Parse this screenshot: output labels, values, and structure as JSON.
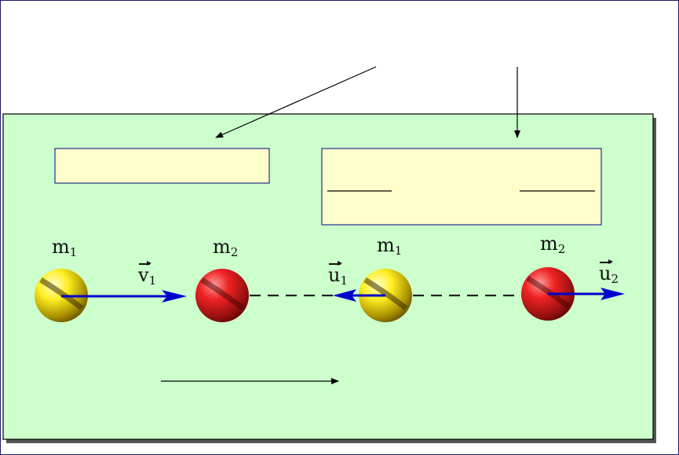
{
  "colors": {
    "panel_fill": "#ccffcc",
    "box_fill": "#ffffcc",
    "box_stroke": "#000080",
    "arrow_blue": "#0000cc",
    "ball_yellow": "#ffee22",
    "ball_red": "#ee2222"
  },
  "labels": {
    "m1_left": "m",
    "m1_left_sub": "1",
    "m2_left": "m",
    "m2_left_sub": "2",
    "m1_right": "m",
    "m1_right_sub": "1",
    "m2_right": "m",
    "m2_right_sub": "2",
    "v1": "v",
    "v1_sub": "1",
    "u1": "u",
    "u1_sub": "1",
    "u2": "u",
    "u2_sub": "2"
  },
  "icons": {
    "ball_m1_before": "yellow-sphere",
    "ball_m2_before": "red-sphere",
    "ball_m1_after": "yellow-sphere",
    "ball_m2_after": "red-sphere"
  }
}
